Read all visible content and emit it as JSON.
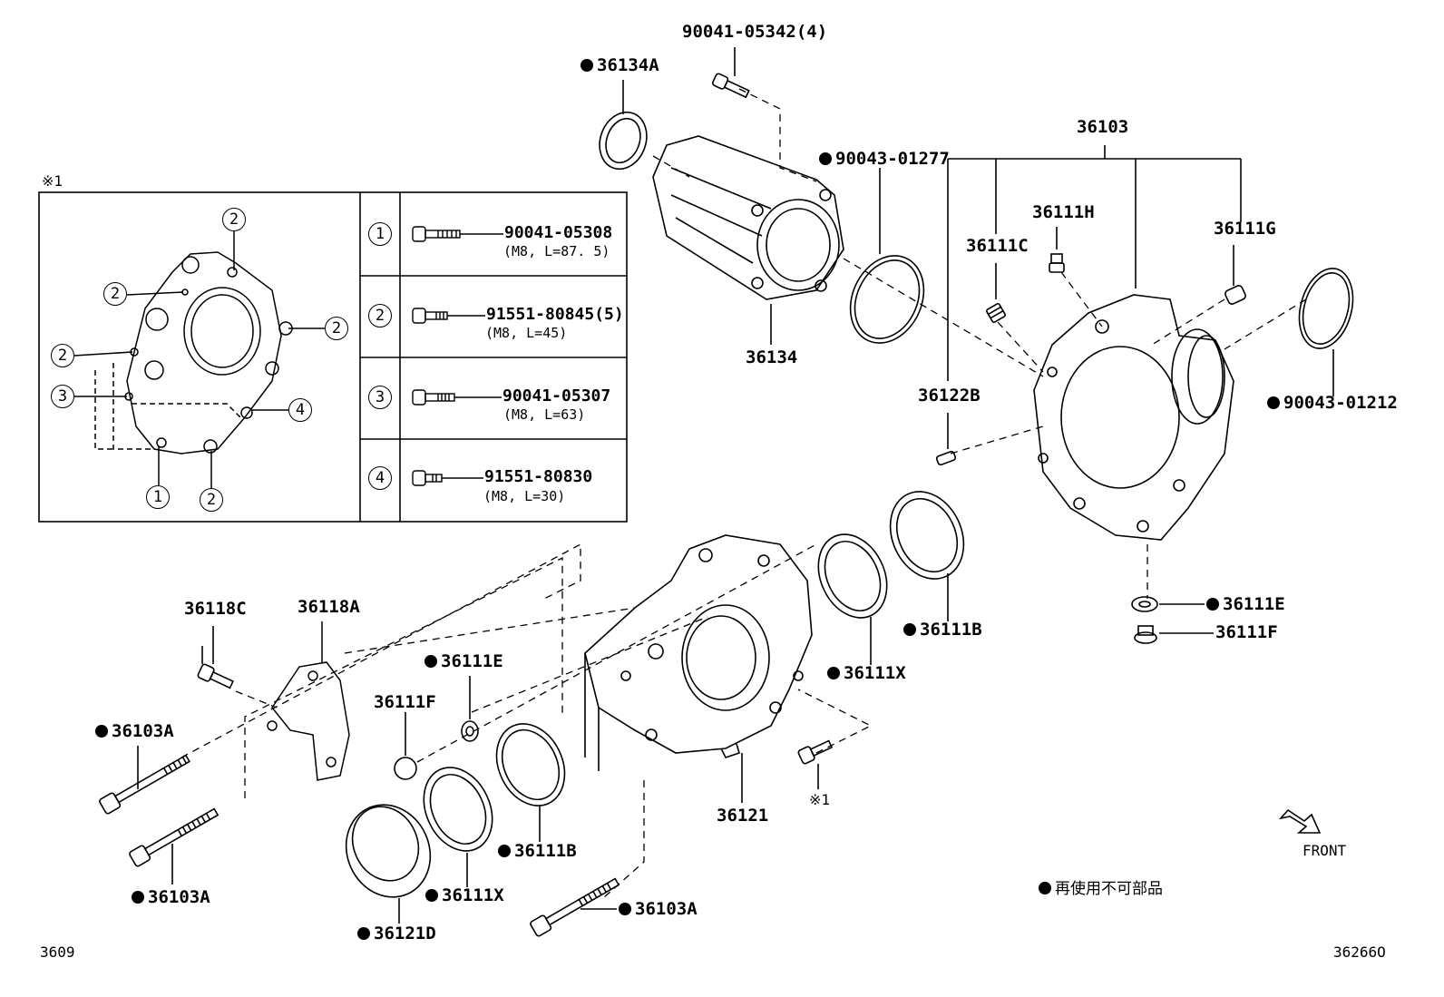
{
  "parts": [
    {
      "id": "p1",
      "text": "90041-05342(4)",
      "reuse": false
    },
    {
      "id": "p2",
      "text": "36134A",
      "reuse": true
    },
    {
      "id": "p3",
      "text": "90043-01277",
      "reuse": true
    },
    {
      "id": "p4",
      "text": "36103",
      "reuse": false
    },
    {
      "id": "p5",
      "text": "36111H",
      "reuse": false
    },
    {
      "id": "p6",
      "text": "36111C",
      "reuse": false
    },
    {
      "id": "p7",
      "text": "36111G",
      "reuse": false
    },
    {
      "id": "p8",
      "text": "36134",
      "reuse": false
    },
    {
      "id": "p9",
      "text": "36122B",
      "reuse": false
    },
    {
      "id": "p10",
      "text": "90043-01212",
      "reuse": true
    },
    {
      "id": "p11",
      "text": "36111E",
      "reuse": true
    },
    {
      "id": "p12",
      "text": "36111F",
      "reuse": false
    },
    {
      "id": "p13",
      "text": "36111B",
      "reuse": true
    },
    {
      "id": "p14",
      "text": "36111X",
      "reuse": true
    },
    {
      "id": "p15",
      "text": "36118C",
      "reuse": false
    },
    {
      "id": "p16",
      "text": "36118A",
      "reuse": false
    },
    {
      "id": "p17",
      "text": "36111E",
      "reuse": true
    },
    {
      "id": "p18",
      "text": "36111F",
      "reuse": false
    },
    {
      "id": "p19",
      "text": "36103A",
      "reuse": true
    },
    {
      "id": "p20",
      "text": "36103A",
      "reuse": true
    },
    {
      "id": "p21",
      "text": "36111B",
      "reuse": true
    },
    {
      "id": "p22",
      "text": "36111X",
      "reuse": true
    },
    {
      "id": "p23",
      "text": "36121D",
      "reuse": true
    },
    {
      "id": "p24",
      "text": "36121",
      "reuse": false
    },
    {
      "id": "p25",
      "text": "36103A",
      "reuse": true
    }
  ],
  "inset": {
    "marker": "※1",
    "rows": [
      {
        "num": "1",
        "part": "90041-05308",
        "spec": "(M8, L=87. 5)"
      },
      {
        "num": "2",
        "part": "91551-80845(5)",
        "spec": "(M8, L=45)"
      },
      {
        "num": "3",
        "part": "90041-05307",
        "spec": "(M8, L=63)"
      },
      {
        "num": "4",
        "part": "91551-80830",
        "spec": "(M8, L=30)"
      }
    ],
    "callouts": [
      "2",
      "2",
      "2",
      "2",
      "3",
      "4",
      "1",
      "2"
    ]
  },
  "bolt_marker": "※1",
  "legend": {
    "text": "再使用不可部品"
  },
  "front_label": "FRONT",
  "footer_left": "3609",
  "footer_right": "36266O"
}
